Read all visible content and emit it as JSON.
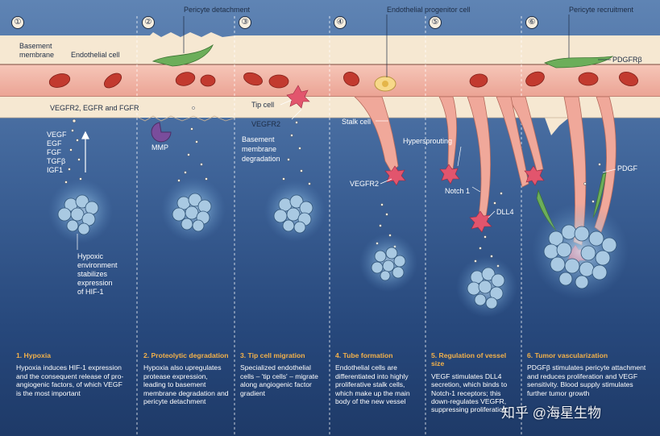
{
  "panels": [
    {
      "number": "①",
      "title": "1. Hypoxia",
      "body": "Hypoxia induces HIF-1 expression and the consequent release of pro-angiogenic factors, of which VEGF is the most important"
    },
    {
      "number": "②",
      "title": "2. Proteolytic degradation",
      "body": "Hypoxia also upregulates protease expression, leading to basement membrane degradation and pericyte detachment"
    },
    {
      "number": "③",
      "title": "3. Tip cell migration",
      "body": "Specialized endothelial cells – 'tip cells' – migrate along angiogenic factor gradient"
    },
    {
      "number": "④",
      "title": "4. Tube formation",
      "body": "Endothelial cells are differentiated into highly proliferative stalk cells, which make up the main body of the new vessel"
    },
    {
      "number": "⑤",
      "title": "5. Regulation of vessel size",
      "body": "VEGF stimulates DLL4 secretion, which binds to Notch-1 receptors; this down-regulates VEGFR, suppressing proliferation"
    },
    {
      "number": "⑥",
      "title": "6. Tumor vascularization",
      "body": "PDGFβ stimulates pericyte attachment and reduces proliferation and VEGF sensitivity. Blood supply stimulates further tumor growth"
    }
  ],
  "labels": {
    "pericyte_detachment": "Pericyte detachment",
    "endothelial_progenitor": "Endothelial progenitor cell",
    "pericyte_recruitment": "Pericyte recruitment",
    "pdgfrb": "PDGFRβ",
    "basement": "Basement",
    "membrane": "membrane",
    "endothelial_cell": "Endothelial cell",
    "receptors": "VEGFR2, EGFR and FGFR",
    "vegf": "VEGF",
    "egf": "EGF",
    "fgf": "FGF",
    "tgfb": "TGFβ",
    "igf1": "IGF1",
    "mmp": "MMP",
    "tip_cell": "Tip cell",
    "vegfr2_a": "VEGFR2",
    "bm_degradation_1": "Basement",
    "bm_degradation_2": "membrane",
    "bm_degradation_3": "degradation",
    "stalk_cell": "Stalk cell",
    "vegfr2_b": "VEGFR2",
    "hypersprouting": "Hypersprouting",
    "notch1": "Notch 1",
    "dll4": "DLL4",
    "pdgf": "PDGF",
    "hypoxic_1": "Hypoxic",
    "hypoxic_2": "environment",
    "hypoxic_3": "stabilizes",
    "hypoxic_4": "expression",
    "hypoxic_5": "of HIF-1"
  },
  "watermark": "知乎 @海星生物",
  "colors": {
    "background_top": "#5f84b4",
    "background_bottom": "#1e3a68",
    "vessel": "#f0b4a8",
    "membrane": "#f6e8d2",
    "rbc": "#c23a2f",
    "pericyte": "#6cae5a",
    "tip_cell": "#e2556d",
    "tumor_cell": "#a9c9e2",
    "caption_title": "#f3b14a"
  }
}
